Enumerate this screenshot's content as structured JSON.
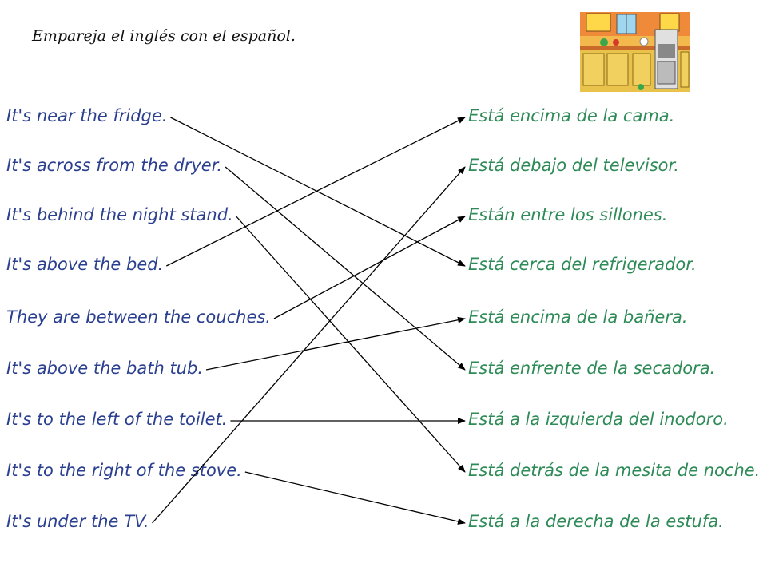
{
  "instructions": "Empareja el inglés con el español.",
  "english": [
    "It's near the fridge.",
    "It's across from the dryer.",
    "It's behind the night stand.",
    "It's above the bed.",
    "They are between the couches.",
    "It's above the bath tub.",
    "It's to the left of the toilet.",
    "It's to the right of the stove.",
    "It's under the TV."
  ],
  "spanish": [
    "Está encima de la cama.",
    "Está debajo del televisor.",
    "Están entre los sillones.",
    "Está cerca del refrigerador.",
    "Está encima de la bañera.",
    "Está enfrente de la secadora.",
    "Está a la izquierda del inodoro.",
    "Está detrás de la mesita de noche.",
    "Está a la derecha de la estufa."
  ],
  "matches": [
    [
      0,
      3
    ],
    [
      1,
      5
    ],
    [
      2,
      7
    ],
    [
      3,
      0
    ],
    [
      4,
      2
    ],
    [
      5,
      4
    ],
    [
      6,
      6
    ],
    [
      7,
      8
    ],
    [
      8,
      1
    ]
  ],
  "colors": {
    "english_text": "#2a3f8f",
    "spanish_text": "#2e8b57",
    "arrow": "#000000"
  }
}
